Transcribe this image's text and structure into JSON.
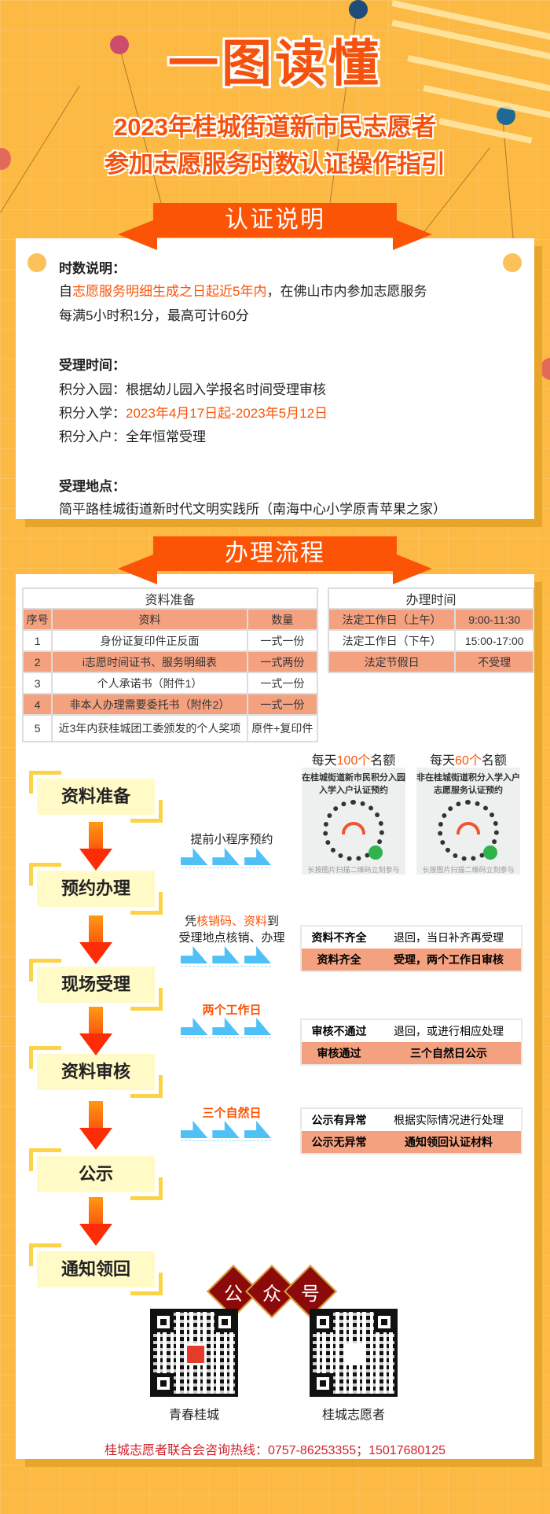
{
  "header": {
    "kicker": "一图读懂",
    "title_line1": "2023年桂城街道新市民志愿者",
    "title_line2": "参加志愿服务时数认证操作指引"
  },
  "section1": {
    "banner": "认证说明",
    "hours": {
      "label": "时数说明：",
      "pre": "自",
      "highlight": "志愿服务明细生成之日起近5年内",
      "post": "，在佛山市内参加志愿服务",
      "line2": "每满5小时积1分，最高可计60分"
    },
    "time": {
      "label": "受理时间：",
      "kindergarten": "积分入园：根据幼儿园入学报名时间受理审核",
      "school_label": "积分入学：",
      "school_value": "2023年4月17日起-2023年5月12日",
      "household": "积分入户：全年恒常受理"
    },
    "place": {
      "label": "受理地点：",
      "address": "简平路桂城街道新时代文明实践所（南海中心小学原青苹果之家）"
    }
  },
  "section2": {
    "banner": "办理流程",
    "materials": {
      "title": "资料准备",
      "headers": [
        "序号",
        "资料",
        "数量"
      ],
      "rows": [
        [
          "1",
          "身份证复印件正反面",
          "一式一份"
        ],
        [
          "2",
          "i志愿时间证书、服务明细表",
          "一式两份"
        ],
        [
          "3",
          "个人承诺书（附件1）",
          "一式一份"
        ],
        [
          "4",
          "非本人办理需要委托书（附件2）",
          "一式一份"
        ],
        [
          "5",
          "近3年内获桂城团工委颁发的个人奖项",
          "原件+复印件"
        ]
      ]
    },
    "hours_table": {
      "title": "办理时间",
      "rows": [
        [
          "法定工作日（上午）",
          "9:00-11:30"
        ],
        [
          "法定工作日（下午）",
          "15:00-17:00"
        ],
        [
          "法定节假日",
          "不受理"
        ]
      ]
    },
    "steps": [
      "资料准备",
      "预约办理",
      "现场受理",
      "资料审核",
      "公示",
      "通知领回"
    ],
    "notes": {
      "reserve": "提前小程序预约",
      "verify_pre": "凭",
      "verify_hl1": "核销码",
      "verify_sep": "、",
      "verify_hl2": "资料",
      "verify_post": "到",
      "verify_line2": "受理地点核销、办理",
      "two_days": "两个工作日",
      "three_days": "三个自然日"
    },
    "mini_programs": [
      {
        "quota_pre": "每天",
        "quota_hl": "100个",
        "quota_post": "名额",
        "title": "在桂城街道新市民积分入园入学入户认证预约",
        "footer": "长按图片扫描二维码立刻参与"
      },
      {
        "quota_pre": "每天",
        "quota_hl": "60个",
        "quota_post": "名额",
        "title": "非在桂城街道积分入学入户志愿服务认证预约",
        "footer": "长按图片扫描二维码立刻参与"
      }
    ],
    "outcomes": [
      [
        [
          "资料不齐全",
          "退回，当日补齐再受理"
        ],
        [
          "资料齐全",
          "受理，两个工作日审核"
        ]
      ],
      [
        [
          "审核不通过",
          "退回，或进行相应处理"
        ],
        [
          "审核通过",
          "三个自然日公示"
        ]
      ],
      [
        [
          "公示有异常",
          "根据实际情况进行处理"
        ],
        [
          "公示无异常",
          "通知领回认证材料"
        ]
      ]
    ],
    "official_accounts": {
      "chars": [
        "公",
        "众",
        "号"
      ],
      "accounts": [
        "青春桂城",
        "桂城志愿者"
      ]
    },
    "hotline": "桂城志愿者联合会咨询热线：0757-86253355；15017680125"
  },
  "colors": {
    "accent": "#fb5406",
    "salmon": "#f4a180",
    "background": "#fcb944",
    "chevron": "#4fc1f7",
    "diamond": "#8d0a0a"
  }
}
